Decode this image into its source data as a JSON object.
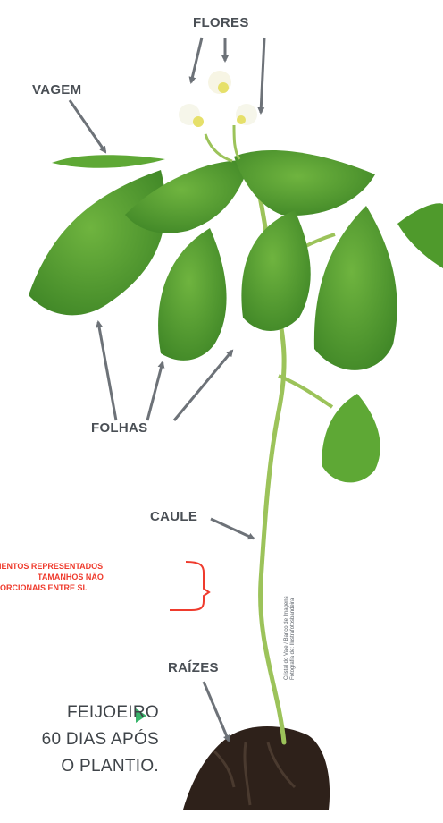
{
  "labels": {
    "flores": "FLORES",
    "vagem": "VAGEM",
    "folhas": "FOLHAS",
    "caule": "CAULE",
    "raizes": "RAÍZES"
  },
  "warning": {
    "line1": "MENTOS REPRESENTADOS",
    "line2": "TAMANHOS NÃO",
    "line3": "PORCIONAIS ENTRE SI.",
    "color": "#ef3b2d"
  },
  "caption": {
    "line1": "FEIJOEIRO",
    "line2": "60 DIAS APÓS",
    "line3": "O PLANTIO.",
    "bullet_color": "#38b56a"
  },
  "credit": {
    "line1": "Cristal do Vale / Banco de Imagens",
    "line2": "Fotografia de: Ilustrafotosbandeira"
  },
  "colors": {
    "leaf": "#4f9a2c",
    "leaf_light": "#6fb43f",
    "stem": "#9cc35a",
    "soil": "#2e211a",
    "pointer": "#6d7278"
  }
}
